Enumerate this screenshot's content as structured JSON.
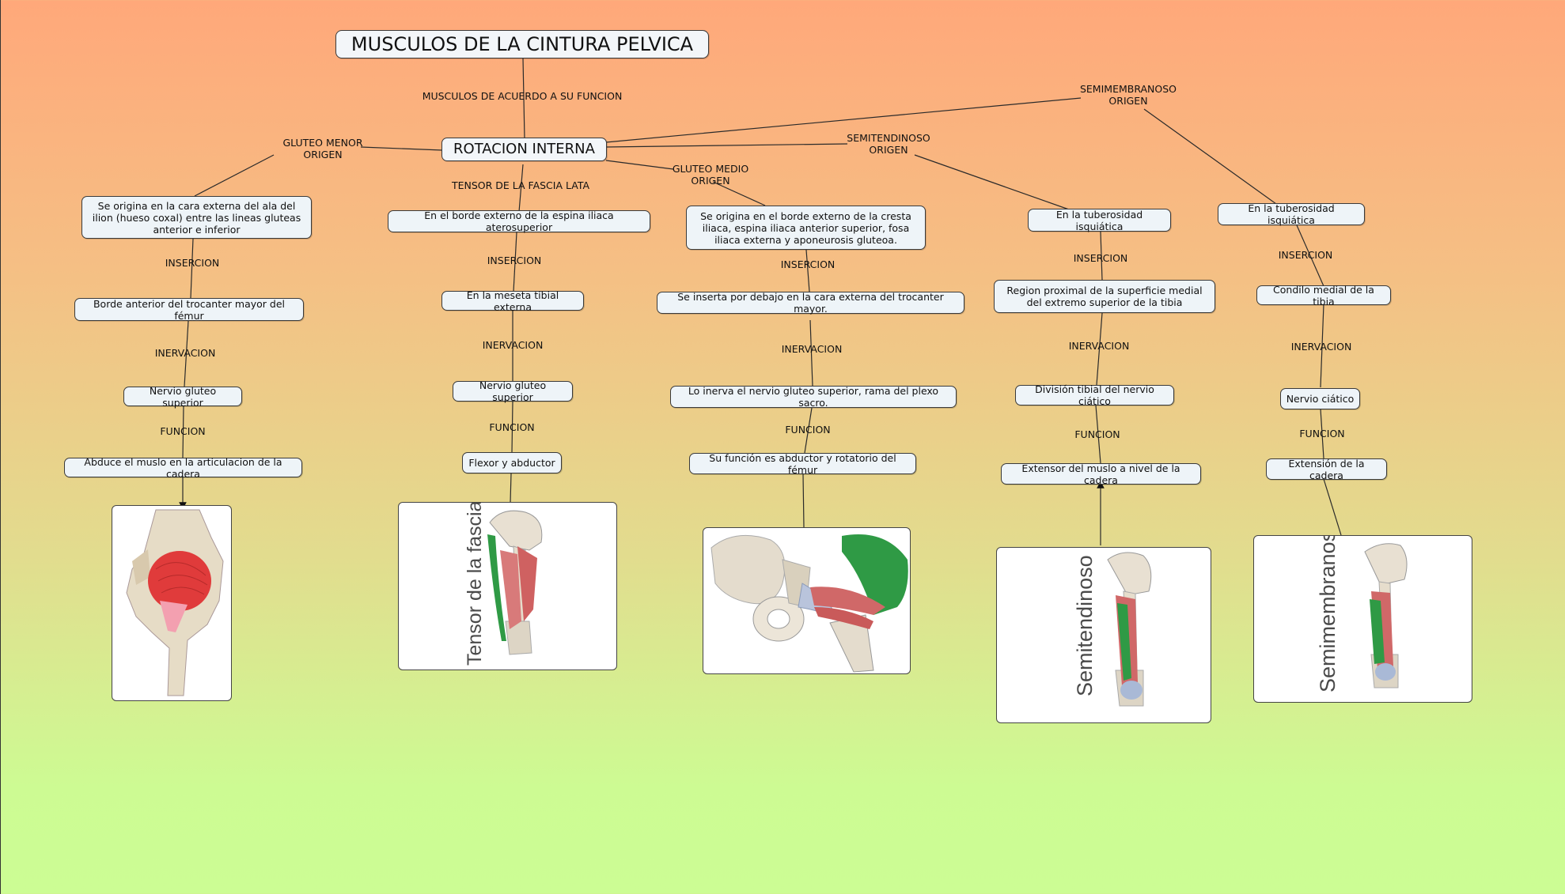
{
  "title": "MUSCULOS DE LA CINTURA PELVICA",
  "hub": "ROTACION INTERNA",
  "links": {
    "acuerdo": "MUSCULOS DE ACUERDO A SU FUNCION",
    "gluteo_menor": "GLUTEO MENOR\nORIGEN",
    "tensor": "TENSOR DE LA FASCIA LATA",
    "gluteo_medio": "GLUTEO MEDIO\nORIGEN",
    "semitendinoso": "SEMITENDINOSO\nORIGEN",
    "semimembranoso": "SEMIMEMBRANOSO\nORIGEN",
    "insercion": "INSERCION",
    "inervacion": "INERVACION",
    "funcion": "FUNCION"
  },
  "columns": [
    {
      "origen": "Se origina en la cara externa del ala del ilion (hueso coxal) entre las lineas gluteas anterior e inferior",
      "insercion": "Borde anterior del trocanter mayor del fémur",
      "inervacion": "Nervio gluteo superior",
      "funcion": "Abduce el muslo en la articulacion de la cadera"
    },
    {
      "origen": "En el borde externo de la espina iliaca aterosuperior",
      "insercion": "En la meseta tibial externa",
      "inervacion": "Nervio gluteo superior",
      "funcion": "Flexor y abductor",
      "image_caption": "Tensor de la fascia lata"
    },
    {
      "origen": "Se origina en el borde externo de la cresta iliaca, espina iliaca anterior superior, fosa iliaca externa y aponeurosis gluteoa.",
      "insercion": "Se inserta por debajo en la cara externa del trocanter mayor.",
      "inervacion": "Lo inerva el nervio gluteo superior, rama del plexo sacro.",
      "funcion": "Su función es abductor y rotatorio del fémur"
    },
    {
      "origen": "En la tuberosidad isquiática",
      "insercion": "Region proximal de la superficie medial del extremo superior de la tibia",
      "inervacion": "División tibial del nervio ciático",
      "funcion": "Extensor del muslo a nivel de la cadera",
      "image_caption": "Semitendinoso"
    },
    {
      "origen": "En la tuberosidad isquiática",
      "insercion": "Condilo medial de la tibia",
      "inervacion": "Nervio ciático",
      "funcion": "Extensión de la cadera",
      "image_caption": "Semimembranoso"
    }
  ],
  "colors": {
    "muscle_red": "#d94a4a",
    "muscle_green": "#2f9a45",
    "bone": "#e8e0d2"
  }
}
